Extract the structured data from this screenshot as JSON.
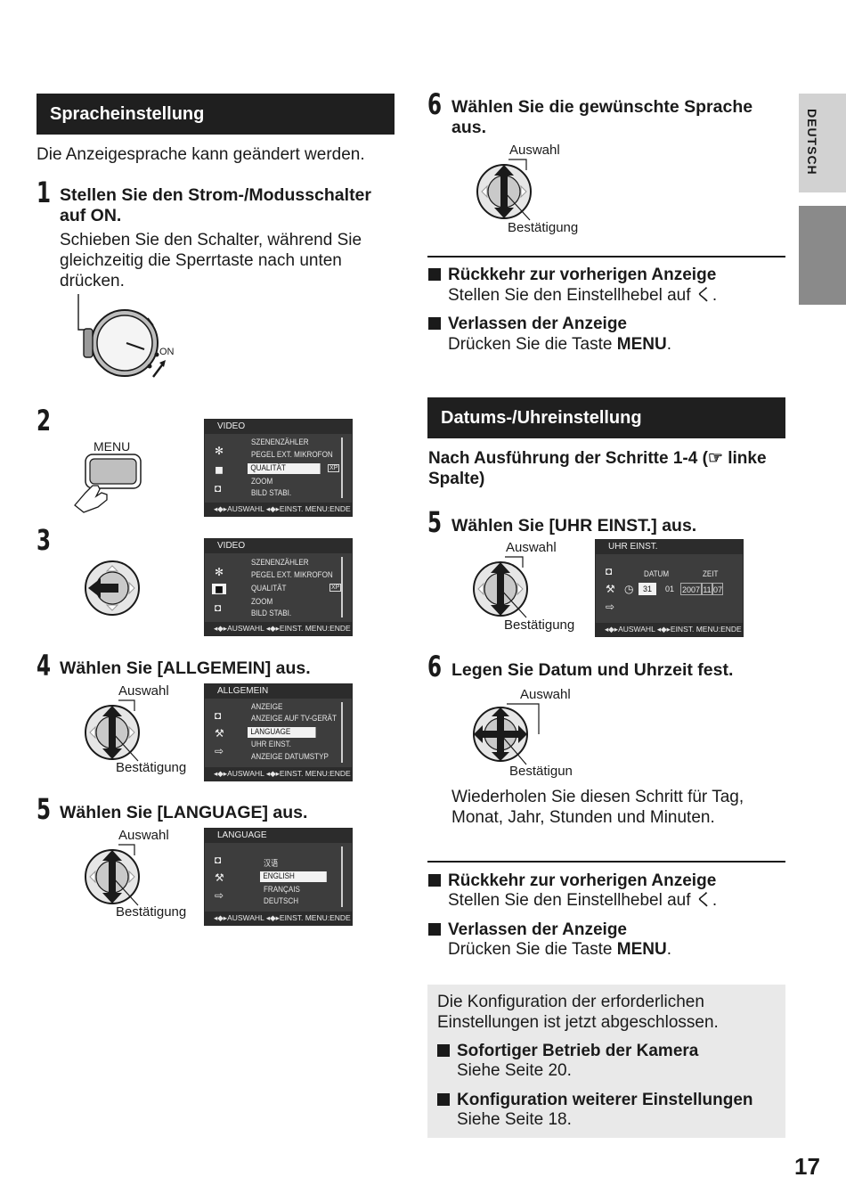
{
  "left": {
    "title": "Spracheinstellung",
    "intro": "Die Anzeigesprache kann geändert werden.",
    "step1": {
      "num": "1",
      "title_l1": "Stellen Sie den Strom-/Modusschalter",
      "title_l2": "auf ON.",
      "body_l1": "Schieben Sie den Schalter, während Sie",
      "body_l2": "gleichzeitig die Sperrtaste nach unten",
      "body_l3": "drücken.",
      "on_label": "ON"
    },
    "step2": {
      "num": "2",
      "menu_label": "MENU"
    },
    "step3": {
      "num": "3"
    },
    "step4": {
      "num": "4",
      "title": "Wählen Sie [ALLGEMEIN] aus."
    },
    "step5": {
      "num": "5",
      "title": "Wählen Sie [LANGUAGE] aus."
    },
    "auswahl": "Auswahl",
    "bestaetigung": "Bestätigung"
  },
  "screens": {
    "video": {
      "header": "VIDEO",
      "items": [
        "SZENENZÄHLER",
        "PEGEL EXT. MIKROFON",
        "QUALITÄT",
        "ZOOM",
        "BILD STABI."
      ],
      "badge": "XP",
      "footer": "◂◆▸AUSWAHL  ◂◆▸EINST.      MENU:ENDE"
    },
    "allgemein": {
      "header": "ALLGEMEIN",
      "items": [
        "ANZEIGE",
        "ANZEIGE AUF TV-GERÄT",
        "LANGUAGE",
        "UHR EINST.",
        "ANZEIGE DATUMSTYP"
      ],
      "footer": "◂◆▸AUSWAHL  ◂◆▸EINST.      MENU:ENDE"
    },
    "language": {
      "header": "LANGUAGE",
      "items": [
        "汉语",
        "ENGLISH",
        "FRANÇAIS",
        "DEUTSCH"
      ],
      "footer": "◂◆▸AUSWAHL  ◂◆▸EINST.      MENU:ENDE"
    },
    "uhr": {
      "header": "UHR EINST.",
      "datum_label": "DATUM",
      "zeit_label": "ZEIT",
      "values": [
        "31",
        "01",
        "2007",
        "11",
        "07"
      ],
      "footer": "◂◆▸AUSWAHL  ◂◆▸EINST.      MENU:ENDE"
    }
  },
  "right": {
    "step6a": {
      "num": "6",
      "title_l1": "Wählen Sie die gewünschte Sprache",
      "title_l2": "aus."
    },
    "back1_title": "Rückkehr zur vorherigen Anzeige",
    "back1_body": "Stellen Sie den Einstellhebel auf ",
    "back1_sym": "く.",
    "exit1_title": "Verlassen der Anzeige",
    "exit1_body": "Drücken Sie die Taste ",
    "exit1_key": "MENU",
    "exit1_end": ".",
    "date_title": "Datums-/Uhreinstellung",
    "after_steps_l1_a": "Nach Ausführung der Schritte ",
    "after_steps_l1_b": "1-4",
    "after_steps_l1_c": " (☞ linke",
    "after_steps_l2": "Spalte)",
    "step5": {
      "num": "5",
      "title": "Wählen Sie [UHR EINST.] aus."
    },
    "step6b": {
      "num": "6",
      "title": "Legen Sie Datum und Uhrzeit fest."
    },
    "repeat_l1": "Wiederholen Sie diesen Schritt für Tag,",
    "repeat_l2": "Monat, Jahr, Stunden und Minuten.",
    "back2_title": "Rückkehr zur vorherigen Anzeige",
    "back2_body": "Stellen Sie den Einstellhebel auf ",
    "back2_sym": "く.",
    "exit2_title": "Verlassen der Anzeige",
    "exit2_body": "Drücken Sie die Taste ",
    "exit2_key": "MENU",
    "exit2_end": ".",
    "box_l1": "Die Konfiguration der erforderlichen",
    "box_l2": "Einstellungen ist jetzt abgeschlossen.",
    "box_item1_title": "Sofortiger Betrieb der Kamera",
    "box_item1_body": "Siehe Seite 20.",
    "box_item2_title": "Konfiguration weiterer Einstellungen",
    "box_item2_body": "Siehe Seite 18.",
    "auswahl": "Auswahl",
    "bestaetigung": "Bestätigung",
    "bestaetigung_cut": "Bestätigun"
  },
  "side_tab_label": "DEUTSCH",
  "page_number": "17"
}
